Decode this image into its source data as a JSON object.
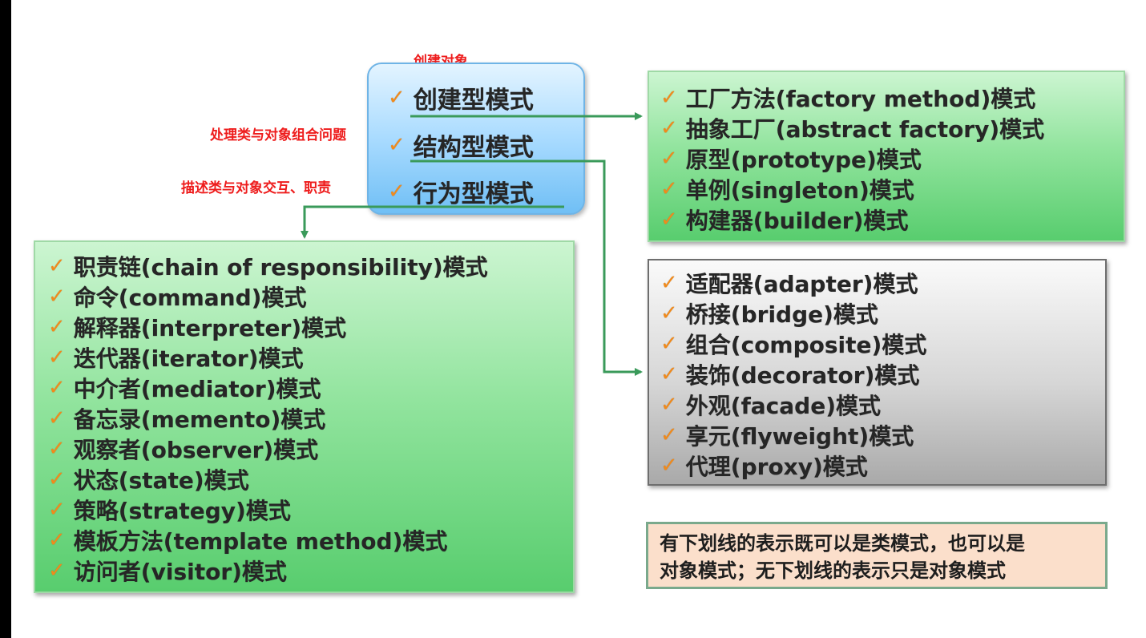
{
  "colors": {
    "check": "#f08a1c",
    "red_label": "#ee1c1c",
    "connector": "#3a9a5a",
    "note_background": "#fbdfcb"
  },
  "category_box": {
    "label_above": "创建对象",
    "items": [
      "创建型模式",
      "结构型模式",
      "行为型模式"
    ],
    "side_labels": [
      "处理类与对象组合问题",
      "描述类与对象交互、职责"
    ]
  },
  "creational": [
    "工厂方法(factory method)模式",
    "抽象工厂(abstract factory)模式",
    "原型(prototype)模式",
    "单例(singleton)模式",
    "构建器(builder)模式"
  ],
  "structural": [
    "适配器(adapter)模式",
    "桥接(bridge)模式",
    "组合(composite)模式",
    "装饰(decorator)模式",
    "外观(facade)模式",
    "享元(flyweight)模式",
    "代理(proxy)模式"
  ],
  "behavioral": [
    "职责链(chain of responsibility)模式",
    "命令(command)模式",
    "解释器(interpreter)模式",
    "迭代器(iterator)模式",
    "中介者(mediator)模式",
    "备忘录(memento)模式",
    "观察者(observer)模式",
    "状态(state)模式",
    "策略(strategy)模式",
    "模板方法(template method)模式",
    "访问者(visitor)模式"
  ],
  "note": {
    "line1": "有下划线的表示既可以是类模式，也可以是",
    "line2": "对象模式；无下划线的表示只是对象模式"
  }
}
